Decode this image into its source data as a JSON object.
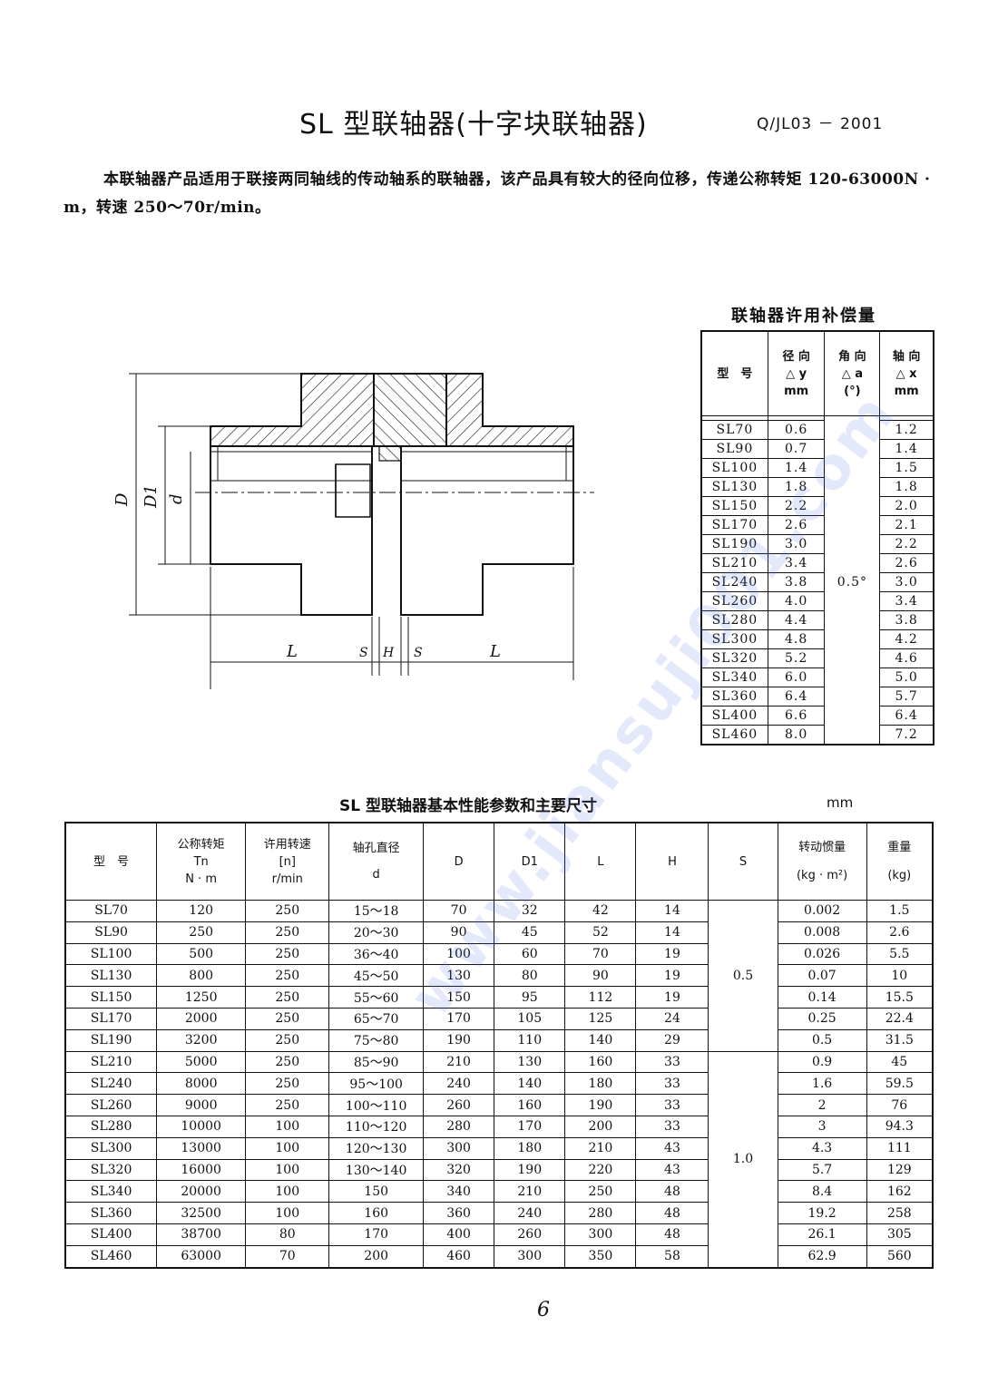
{
  "header": {
    "title": "SL 型联轴器(十字块联轴器)",
    "standard": "Q/JL03 － 2001"
  },
  "intro": "本联轴器产品适用于联接两同轴线的传动轴系的联轴器，该产品具有较大的径向位移，传递公称转矩 120-63000N · m，转速 250～70r/min。",
  "diagram": {
    "label_D": "D",
    "label_D1": "D1",
    "label_d": "d",
    "label_L_left": "L",
    "label_S_left": "S",
    "label_H": "H",
    "label_S_right": "S",
    "label_L_right": "L"
  },
  "compensation": {
    "title": "联轴器许用补偿量",
    "col_model": "型　号",
    "col_radial": [
      "径 向",
      "△ y",
      "mm"
    ],
    "col_angular": [
      "角 向",
      "△ a",
      "(°)"
    ],
    "col_axial": [
      "轴 向",
      "△ x",
      "mm"
    ],
    "angular_value": "0.5°",
    "rows": [
      {
        "model": "SL70",
        "radial": "0.6",
        "axial": "1.2"
      },
      {
        "model": "SL90",
        "radial": "0.7",
        "axial": "1.4"
      },
      {
        "model": "SL100",
        "radial": "1.4",
        "axial": "1.5"
      },
      {
        "model": "SL130",
        "radial": "1.8",
        "axial": "1.8"
      },
      {
        "model": "SL150",
        "radial": "2.2",
        "axial": "2.0"
      },
      {
        "model": "SL170",
        "radial": "2.6",
        "axial": "2.1"
      },
      {
        "model": "SL190",
        "radial": "3.0",
        "axial": "2.2"
      },
      {
        "model": "SL210",
        "radial": "3.4",
        "axial": "2.6"
      },
      {
        "model": "SL240",
        "radial": "3.8",
        "axial": "3.0"
      },
      {
        "model": "SL260",
        "radial": "4.0",
        "axial": "3.4"
      },
      {
        "model": "SL280",
        "radial": "4.4",
        "axial": "3.8"
      },
      {
        "model": "SL300",
        "radial": "4.8",
        "axial": "4.2"
      },
      {
        "model": "SL320",
        "radial": "5.2",
        "axial": "4.6"
      },
      {
        "model": "SL340",
        "radial": "6.0",
        "axial": "5.0"
      },
      {
        "model": "SL360",
        "radial": "6.4",
        "axial": "5.7"
      },
      {
        "model": "SL400",
        "radial": "6.6",
        "axial": "6.4"
      },
      {
        "model": "SL460",
        "radial": "8.0",
        "axial": "7.2"
      }
    ]
  },
  "main_table": {
    "title": "SL 型联轴器基本性能参数和主要尺寸",
    "unit": "mm",
    "headers": {
      "model": "型　号",
      "torque": [
        "公称转矩",
        "Tn",
        "N · m"
      ],
      "speed": [
        "许用转速",
        "[n]",
        "r/min"
      ],
      "bore": [
        "轴孔直径",
        "d"
      ],
      "D": "D",
      "D1": "D1",
      "L": "L",
      "H": "H",
      "S": "S",
      "inertia": [
        "转动惯量",
        "(kg · m²)"
      ],
      "weight": [
        "重量",
        "(kg)"
      ]
    },
    "s_group1": "0.5",
    "s_group2": "1.0",
    "rows": [
      {
        "model": "SL70",
        "torque": "120",
        "speed": "250",
        "bore": "15～18",
        "D": "70",
        "D1": "32",
        "L": "42",
        "H": "14",
        "inertia": "0.002",
        "weight": "1.5"
      },
      {
        "model": "SL90",
        "torque": "250",
        "speed": "250",
        "bore": "20～30",
        "D": "90",
        "D1": "45",
        "L": "52",
        "H": "14",
        "inertia": "0.008",
        "weight": "2.6"
      },
      {
        "model": "SL100",
        "torque": "500",
        "speed": "250",
        "bore": "36～40",
        "D": "100",
        "D1": "60",
        "L": "70",
        "H": "19",
        "inertia": "0.026",
        "weight": "5.5"
      },
      {
        "model": "SL130",
        "torque": "800",
        "speed": "250",
        "bore": "45～50",
        "D": "130",
        "D1": "80",
        "L": "90",
        "H": "19",
        "inertia": "0.07",
        "weight": "10"
      },
      {
        "model": "SL150",
        "torque": "1250",
        "speed": "250",
        "bore": "55～60",
        "D": "150",
        "D1": "95",
        "L": "112",
        "H": "19",
        "inertia": "0.14",
        "weight": "15.5"
      },
      {
        "model": "SL170",
        "torque": "2000",
        "speed": "250",
        "bore": "65～70",
        "D": "170",
        "D1": "105",
        "L": "125",
        "H": "24",
        "inertia": "0.25",
        "weight": "22.4"
      },
      {
        "model": "SL190",
        "torque": "3200",
        "speed": "250",
        "bore": "75～80",
        "D": "190",
        "D1": "110",
        "L": "140",
        "H": "29",
        "inertia": "0.5",
        "weight": "31.5"
      },
      {
        "model": "SL210",
        "torque": "5000",
        "speed": "250",
        "bore": "85～90",
        "D": "210",
        "D1": "130",
        "L": "160",
        "H": "33",
        "inertia": "0.9",
        "weight": "45"
      },
      {
        "model": "SL240",
        "torque": "8000",
        "speed": "250",
        "bore": "95～100",
        "D": "240",
        "D1": "140",
        "L": "180",
        "H": "33",
        "inertia": "1.6",
        "weight": "59.5"
      },
      {
        "model": "SL260",
        "torque": "9000",
        "speed": "250",
        "bore": "100～110",
        "D": "260",
        "D1": "160",
        "L": "190",
        "H": "33",
        "inertia": "2",
        "weight": "76"
      },
      {
        "model": "SL280",
        "torque": "10000",
        "speed": "100",
        "bore": "110～120",
        "D": "280",
        "D1": "170",
        "L": "200",
        "H": "33",
        "inertia": "3",
        "weight": "94.3"
      },
      {
        "model": "SL300",
        "torque": "13000",
        "speed": "100",
        "bore": "120～130",
        "D": "300",
        "D1": "180",
        "L": "210",
        "H": "43",
        "inertia": "4.3",
        "weight": "111"
      },
      {
        "model": "SL320",
        "torque": "16000",
        "speed": "100",
        "bore": "130～140",
        "D": "320",
        "D1": "190",
        "L": "220",
        "H": "43",
        "inertia": "5.7",
        "weight": "129"
      },
      {
        "model": "SL340",
        "torque": "20000",
        "speed": "100",
        "bore": "150",
        "D": "340",
        "D1": "210",
        "L": "250",
        "H": "48",
        "inertia": "8.4",
        "weight": "162"
      },
      {
        "model": "SL360",
        "torque": "32500",
        "speed": "100",
        "bore": "160",
        "D": "360",
        "D1": "240",
        "L": "280",
        "H": "48",
        "inertia": "19.2",
        "weight": "258"
      },
      {
        "model": "SL400",
        "torque": "38700",
        "speed": "80",
        "bore": "170",
        "D": "400",
        "D1": "260",
        "L": "300",
        "H": "48",
        "inertia": "26.1",
        "weight": "305"
      },
      {
        "model": "SL460",
        "torque": "63000",
        "speed": "70",
        "bore": "200",
        "D": "460",
        "D1": "300",
        "L": "350",
        "H": "58",
        "inertia": "62.9",
        "weight": "560"
      }
    ]
  },
  "watermark": "www.jiansuji001.com",
  "page_number": "6"
}
